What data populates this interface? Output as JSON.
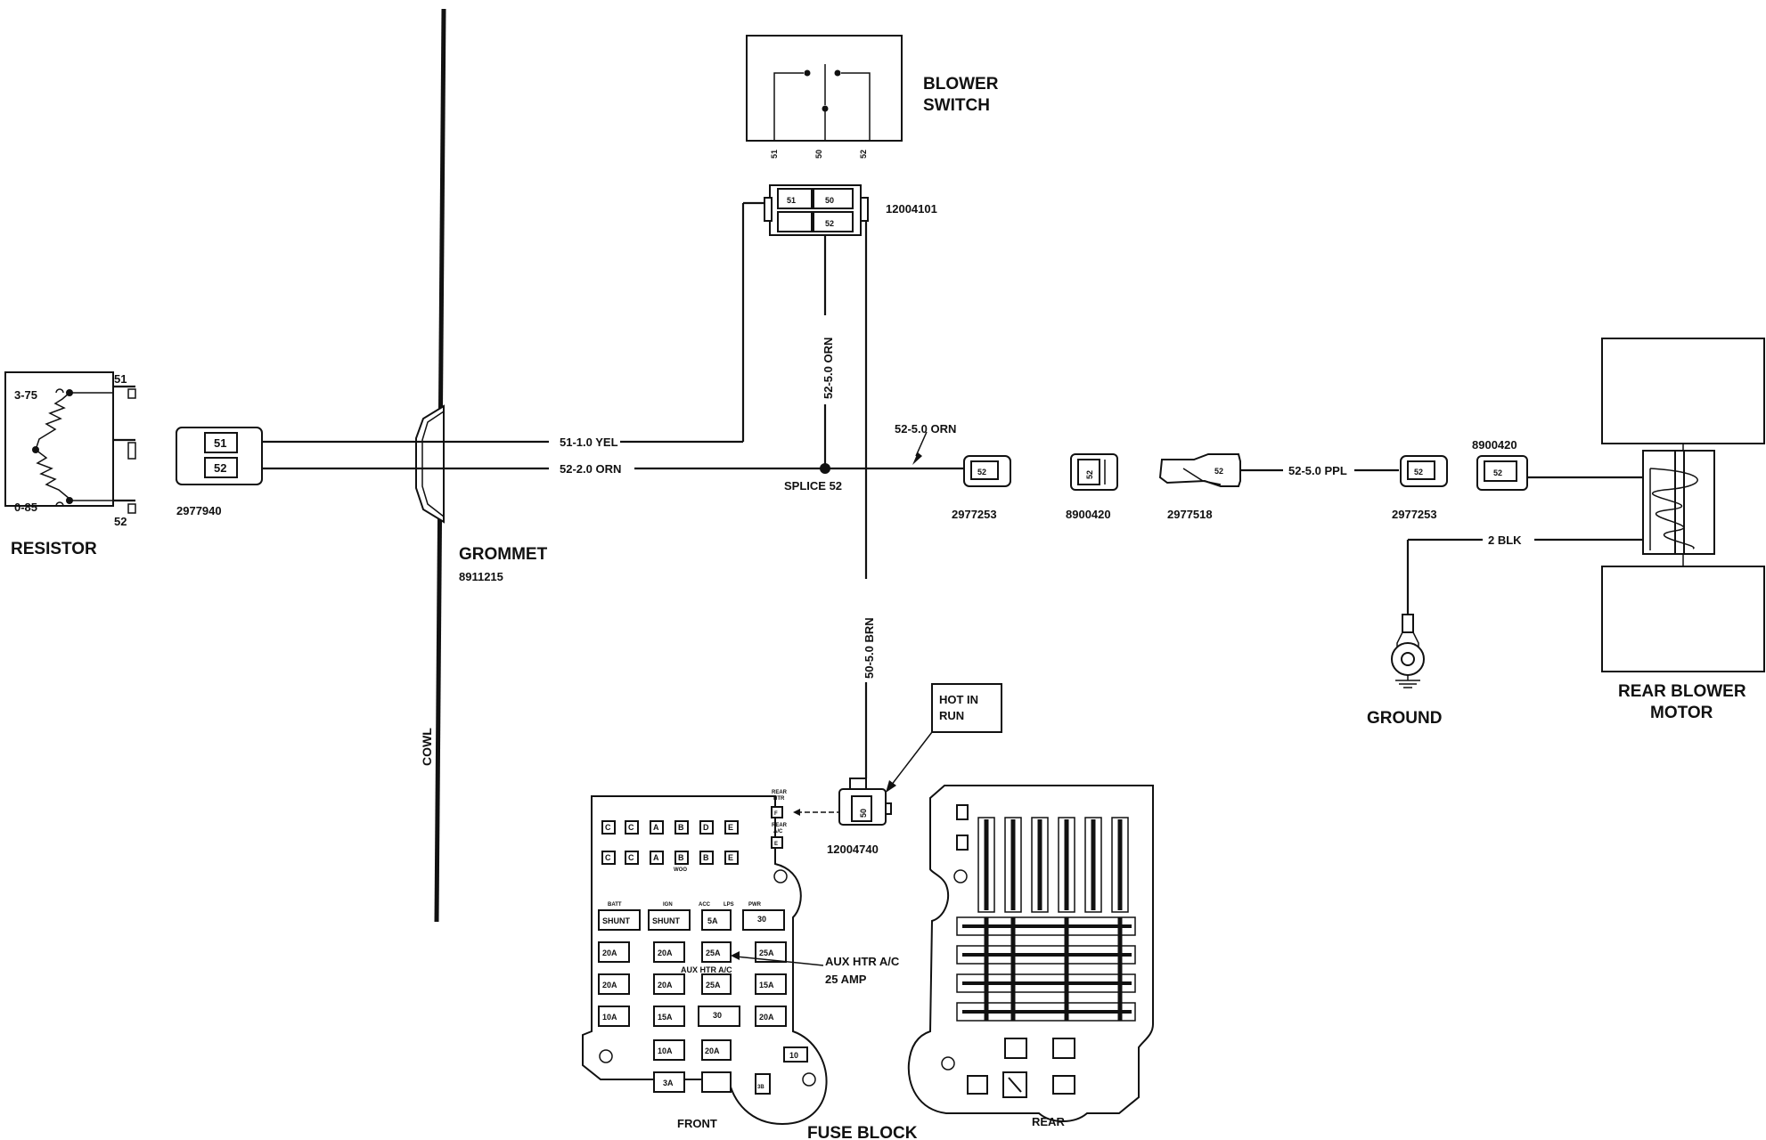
{
  "labels": {
    "blower_switch_1": "BLOWER",
    "blower_switch_2": "SWITCH",
    "pin_51": "51",
    "pin_50": "50",
    "pin_52": "52",
    "switch_connector_part": "12004101",
    "resistor": "RESISTOR",
    "resistor_top_tap": "3-75",
    "resistor_bottom_tap": "0-85",
    "resistor_connector_part": "2977940",
    "grommet": "GROMMET",
    "grommet_part": "8911215",
    "cowl": "COWL",
    "wire_51_yel": "51-1.0 YEL",
    "wire_52_orn_2": "52-2.0 ORN",
    "wire_52_orn_5_vertical": "52-5.0 ORN",
    "wire_52_orn_5": "52-5.0 ORN",
    "splice": "SPLICE 52",
    "wire_50_brn": "50-5.0 BRN",
    "conn_2977253_a": "2977253",
    "conn_8900420_a": "8900420",
    "conn_2977518": "2977518",
    "wire_52_ppl": "52-5.0 PPL",
    "conn_2977253_b": "2977253",
    "conn_8900420_b": "8900420",
    "wire_2_blk": "2 BLK",
    "ground": "GROUND",
    "rear_blower_1": "REAR BLOWER",
    "rear_blower_2": "MOTOR",
    "hot_in_run_1": "HOT IN",
    "hot_in_run_2": "RUN",
    "fuse_conn_part": "12004740",
    "aux_htr_1": "AUX HTR A/C",
    "aux_htr_2": "25 AMP",
    "aux_htr_inner": "AUX HTR A/C",
    "front": "FRONT",
    "rear": "REAR",
    "fuse_block": "FUSE BLOCK",
    "rear_htr_1": "REAR",
    "rear_htr_2": "HTR",
    "rear_ac_1": "REAR",
    "rear_ac_2": "A/C",
    "fuse_tag_f": "F",
    "fuse_tag_e": "E"
  },
  "fuses": {
    "top_row": [
      "C",
      "C",
      "A",
      "B",
      "D",
      "E"
    ],
    "second_row": [
      "C",
      "C",
      "A",
      "B",
      "B",
      "E"
    ],
    "second_row_sub": "WOO",
    "cap_batt": "BATT",
    "cap_ign": "IGN",
    "cap_acc": "ACC",
    "cap_lps": "LPS",
    "cap_pwr": "PWR",
    "shunt_1": "SHUNT",
    "shunt_2": "SHUNT",
    "f_5a": "5A",
    "f_30_top": "30",
    "f_20a_1": "20A",
    "f_20a_2": "20A",
    "f_25a": "25A",
    "f_25_right": "25A",
    "f_20a_3": "20A",
    "f_20a_4": "20A",
    "f_25a_2": "25A",
    "f_15a_right": "15A",
    "f_10a_1": "10A",
    "f_15a_1": "15A",
    "f_30_mid": "30",
    "f_20a_5": "20A",
    "f_10a_2": "10A",
    "f_20a_6": "20A",
    "f_3a": "3A",
    "f_10_side": "10",
    "f_3b_side": "3B"
  }
}
